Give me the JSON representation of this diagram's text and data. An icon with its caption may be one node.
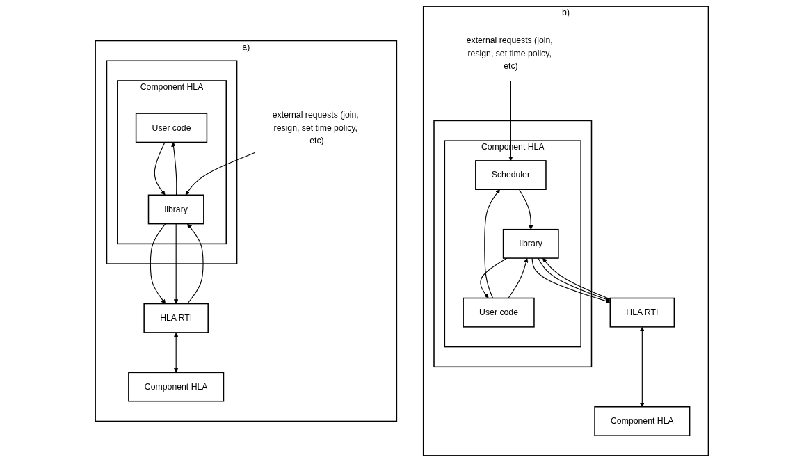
{
  "diagram": {
    "nodes": [
      {
        "text": [
          "a)"
        ]
      },
      {
        "text": [],
        "shape": "box",
        "in": 0
      },
      {
        "text": [
          "Component HLA"
        ],
        "in": 1
      },
      {
        "text": [
          "User code"
        ],
        "in": 2
      },
      {
        "text": [
          "library"
        ],
        "in": 2
      },
      {
        "text": [
          "external requests (join, resign, set time policy, etc)"
        ],
        "in": 0
      },
      {
        "text": [
          "HLA RTI"
        ],
        "in": 0
      },
      {
        "text": [
          "Component HLA"
        ],
        "in": 0
      },
      {
        "text": [
          "b)"
        ]
      },
      {
        "text": [],
        "shape": "box",
        "in": 8
      },
      {
        "text": [
          "Component HLA"
        ],
        "in": 9
      },
      {
        "text": [
          "Scheduler"
        ],
        "in": 10
      },
      {
        "text": [
          "User code"
        ],
        "in": 10
      },
      {
        "text": [
          "library"
        ],
        "in": 10
      },
      {
        "text": [
          "external requests (join, resign, set time policy, etc)"
        ],
        "in": 8
      },
      {
        "text": [
          "HLA RTI"
        ],
        "in": 8
      },
      {
        "text": [
          "Component HLA"
        ],
        "in": 8
      }
    ],
    "edges": [
      {
        "from": 3,
        "to": 4,
        "arrow": "to"
      },
      {
        "from": 4,
        "to": 3,
        "arrow": "to"
      },
      {
        "from": 5,
        "to": 4,
        "arrow": "to"
      },
      {
        "from": 4,
        "to": 6,
        "arrow": "to"
      },
      {
        "from": 4,
        "to": 6,
        "arrow": "to"
      },
      {
        "from": 6,
        "to": 4,
        "arrow": "to"
      },
      {
        "from": 6,
        "to": 7,
        "arrow": "both"
      },
      {
        "from": 14,
        "to": 11,
        "arrow": "to"
      },
      {
        "from": 12,
        "to": 11,
        "arrow": "to"
      },
      {
        "from": 11,
        "to": 13,
        "arrow": "to"
      },
      {
        "from": 12,
        "to": 13,
        "arrow": "to"
      },
      {
        "from": 13,
        "to": 12,
        "arrow": "to"
      },
      {
        "from": 13,
        "to": 15,
        "arrow": "to"
      },
      {
        "from": 13,
        "to": 15,
        "arrow": "to"
      },
      {
        "from": 15,
        "to": 13,
        "arrow": "to"
      },
      {
        "from": 15,
        "to": 16,
        "arrow": "both"
      }
    ]
  }
}
